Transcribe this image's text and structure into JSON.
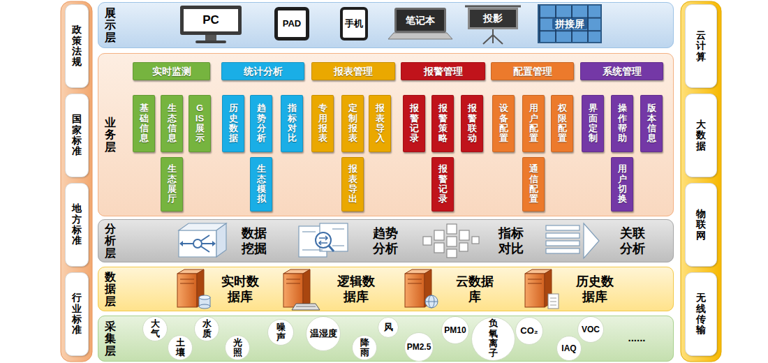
{
  "diagram": {
    "nodes": [
      {
        "text": [
          "政策法规"
        ]
      },
      {
        "text": [
          "国家标准"
        ]
      },
      {
        "text": [
          "地方标准"
        ]
      },
      {
        "text": [
          "行业标准"
        ]
      },
      {
        "text": [
          "展示层"
        ]
      },
      {
        "text": [
          "PC"
        ],
        "in": 4
      },
      {
        "text": [
          "PAD"
        ],
        "in": 4
      },
      {
        "text": [
          "手机"
        ],
        "in": 4
      },
      {
        "text": [
          "笔记本"
        ],
        "in": 4
      },
      {
        "text": [
          "投影"
        ],
        "in": 4
      },
      {
        "text": [
          "拼接屏"
        ],
        "in": 4
      },
      {
        "text": [
          "业务层"
        ]
      },
      {
        "text": [
          "实时监测"
        ],
        "in": 11
      },
      {
        "text": [
          "统计分析"
        ],
        "in": 11
      },
      {
        "text": [
          "报表管理"
        ],
        "in": 11
      },
      {
        "text": [
          "报警管理"
        ],
        "in": 11
      },
      {
        "text": [
          "配置管理"
        ],
        "in": 11
      },
      {
        "text": [
          "系统管理"
        ],
        "in": 11
      },
      {
        "text": [
          "基础信息"
        ],
        "in": 11
      },
      {
        "text": [
          "生态信息"
        ],
        "in": 11
      },
      {
        "text": [
          "GIS展示"
        ],
        "in": 11
      },
      {
        "text": [
          "历史数据"
        ],
        "in": 11
      },
      {
        "text": [
          "趋势分析"
        ],
        "in": 11
      },
      {
        "text": [
          "指标对比"
        ],
        "in": 11
      },
      {
        "text": [
          "专用报表"
        ],
        "in": 11
      },
      {
        "text": [
          "定制报表"
        ],
        "in": 11
      },
      {
        "text": [
          "报表导入"
        ],
        "in": 11
      },
      {
        "text": [
          "报警记录"
        ],
        "in": 11
      },
      {
        "text": [
          "报警策略"
        ],
        "in": 11
      },
      {
        "text": [
          "报警联动"
        ],
        "in": 11
      },
      {
        "text": [
          "设备配置"
        ],
        "in": 11
      },
      {
        "text": [
          "用户配置"
        ],
        "in": 11
      },
      {
        "text": [
          "权限配置"
        ],
        "in": 11
      },
      {
        "text": [
          "界面定制"
        ],
        "in": 11
      },
      {
        "text": [
          "操作帮助"
        ],
        "in": 11
      },
      {
        "text": [
          "版本信息"
        ],
        "in": 11
      },
      {
        "text": [
          "生态展厅"
        ],
        "in": 11
      },
      {
        "text": [
          "生态模拟"
        ],
        "in": 11
      },
      {
        "text": [
          "报表导出"
        ],
        "in": 11
      },
      {
        "text": [
          "报警记录"
        ],
        "in": 11
      },
      {
        "text": [
          "通信配置"
        ],
        "in": 11
      },
      {
        "text": [
          "用户切换"
        ],
        "in": 11
      },
      {
        "text": [
          "分析层"
        ]
      },
      {
        "text": [
          "数据层"
        ]
      },
      {
        "text": [
          "采集层"
        ]
      },
      {
        "text": [
          "大气"
        ],
        "in": 44
      },
      {
        "text": [
          "土壤"
        ],
        "in": 44
      },
      {
        "text": [
          "水质"
        ],
        "in": 44
      },
      {
        "text": [
          "光照"
        ],
        "in": 44
      },
      {
        "text": [
          "噪声"
        ],
        "in": 44
      },
      {
        "text": [
          "温湿度"
        ],
        "in": 44
      },
      {
        "text": [
          "降雨"
        ],
        "in": 44
      },
      {
        "text": [
          "风"
        ],
        "in": 44
      },
      {
        "text": [
          "PM2.5"
        ],
        "in": 44
      },
      {
        "text": [
          "PM10"
        ],
        "in": 44
      },
      {
        "text": [
          "负氧离子"
        ],
        "in": 44
      },
      {
        "text": [
          "CO₂"
        ],
        "in": 44
      },
      {
        "text": [
          "IAQ"
        ],
        "in": 44
      },
      {
        "text": [
          "VOC"
        ],
        "in": 44
      },
      {
        "text": [
          "云计算"
        ]
      },
      {
        "text": [
          "大数据"
        ]
      },
      {
        "text": [
          "物联网"
        ]
      },
      {
        "text": [
          "无线传输"
        ]
      }
    ],
    "labels": [
      "数据挖掘",
      "趋势分析",
      "指标对比",
      "关联分析",
      "实时数据库",
      "逻辑数据库",
      "云数据库",
      "历史数据库",
      "......"
    ]
  }
}
